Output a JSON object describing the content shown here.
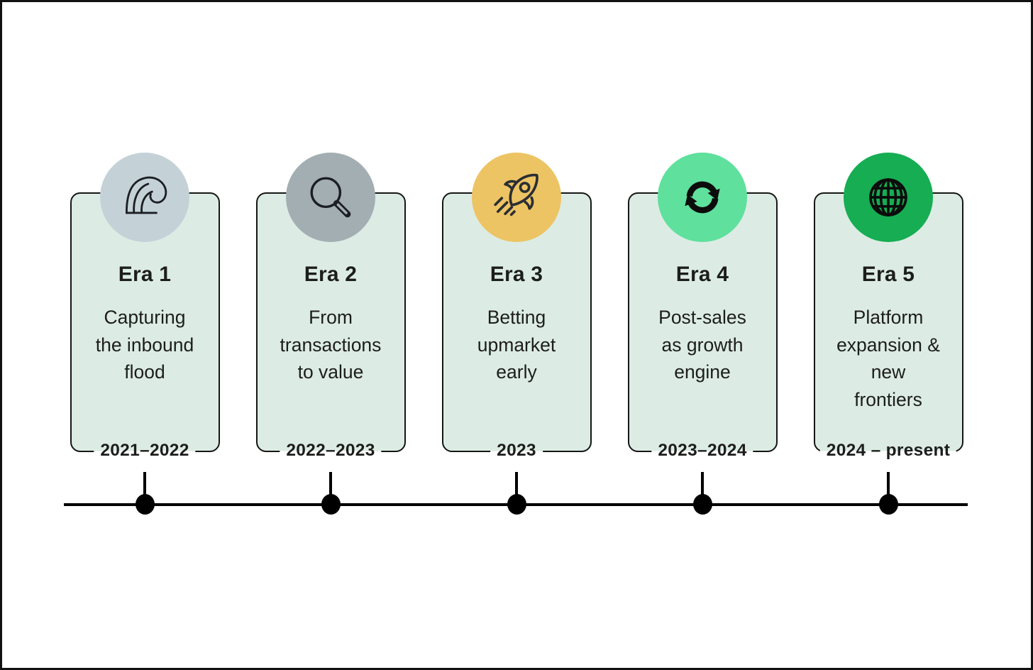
{
  "infographic": {
    "eras": [
      {
        "id": "era-1",
        "title": "Era 1",
        "description_lines": [
          "Capturing",
          "the inbound",
          "flood"
        ],
        "date": "2021–2022",
        "icon": "wave-icon",
        "circle_color": "#c4d2d8"
      },
      {
        "id": "era-2",
        "title": "Era 2",
        "description_lines": [
          "From",
          "transactions",
          "to value"
        ],
        "date": "2022–2023",
        "icon": "magnifier-icon",
        "circle_color": "#a3aeb3"
      },
      {
        "id": "era-3",
        "title": "Era 3",
        "description_lines": [
          "Betting",
          "upmarket",
          "early"
        ],
        "date": "2023",
        "icon": "rocket-icon",
        "circle_color": "#edc464"
      },
      {
        "id": "era-4",
        "title": "Era 4",
        "description_lines": [
          "Post-sales",
          "as growth",
          "engine"
        ],
        "date": "2023–2024",
        "icon": "refresh-icon",
        "circle_color": "#5fe09d"
      },
      {
        "id": "era-5",
        "title": "Era 5",
        "description_lines": [
          "Platform",
          "expansion &",
          "new",
          "frontiers"
        ],
        "date": "2024 – present",
        "icon": "globe-icon",
        "circle_color": "#16ad53"
      }
    ],
    "colors": {
      "page_bg": "#ffffff",
      "frame": "#111111",
      "card_bg": "#dcece4",
      "card_border": "#161616",
      "text": "#1d1d1d",
      "timeline": "#000000",
      "icon_stroke": "#1b1e22"
    }
  }
}
